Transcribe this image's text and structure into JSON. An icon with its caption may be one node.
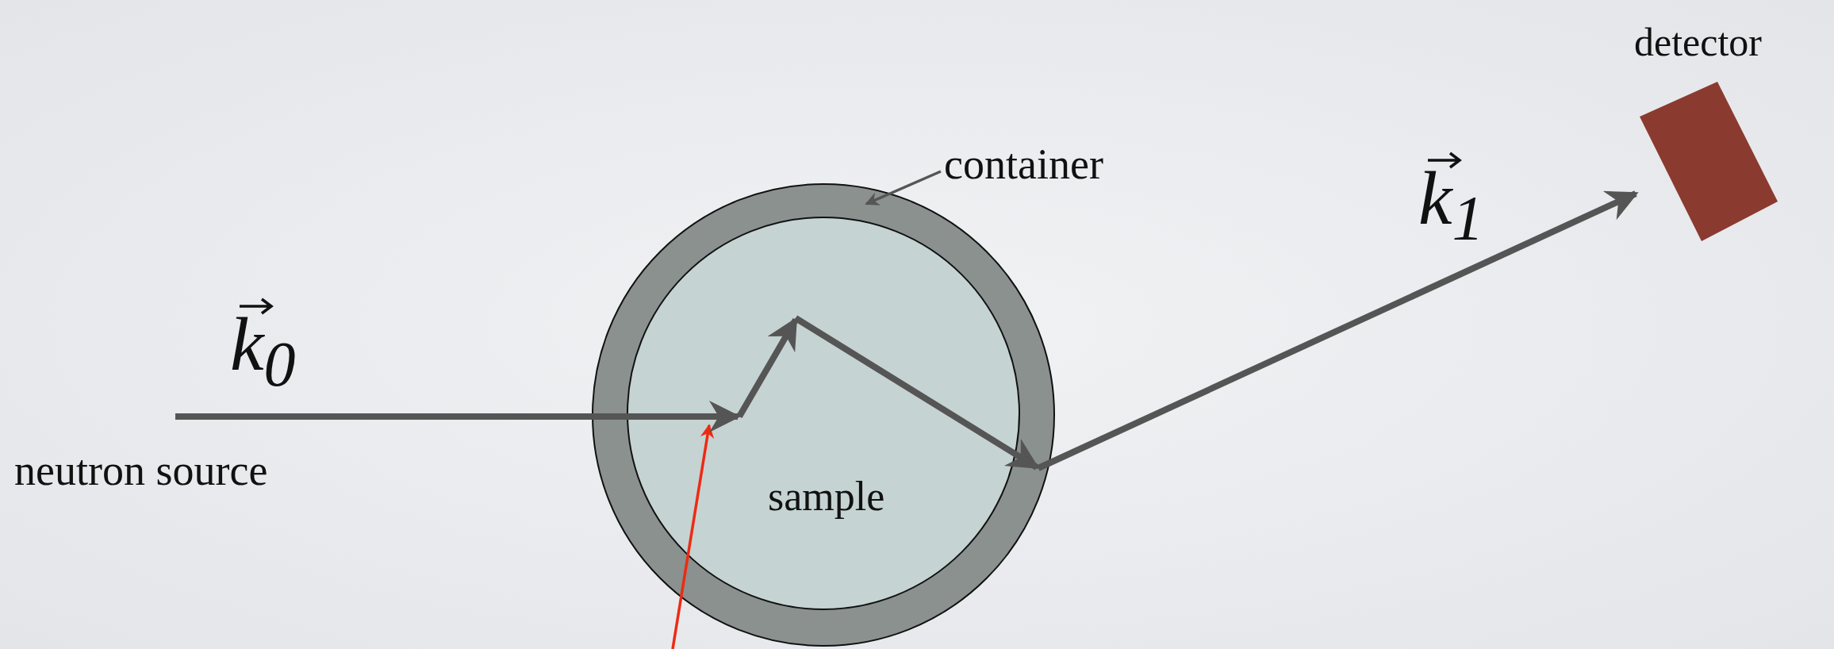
{
  "diagram": {
    "nodes": [
      {
        "text": [
          "detector"
        ]
      },
      {
        "text": [
          "container"
        ]
      },
      {
        "text": [],
        "shape": "circle"
      },
      {
        "text": [
          "sample"
        ],
        "in": 2
      },
      {
        "text": [
          "neutron source"
        ]
      }
    ],
    "edges": [
      {
        "from": 1,
        "to": 2,
        "arrow": "to"
      },
      {
        "from": null,
        "to": 3,
        "arrow": "to",
        "color": "#ee2a12"
      },
      {
        "from": 4,
        "to": 3,
        "arrow": "to",
        "label": "k$_{0}$",
        "style": "thick"
      },
      {
        "from": 3,
        "to": 0,
        "arrow": "to",
        "label": "k$_{1}$",
        "style": "thick"
      }
    ]
  }
}
